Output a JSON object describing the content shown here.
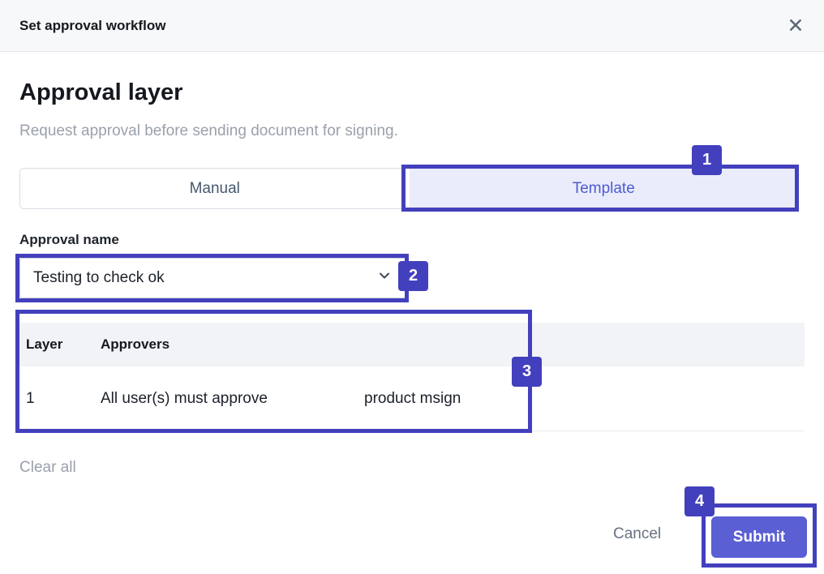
{
  "modal": {
    "title": "Set approval workflow",
    "close_glyph": "✕"
  },
  "content": {
    "heading": "Approval layer",
    "subheading": "Request approval before sending document for signing.",
    "tabs": [
      {
        "label": "Manual",
        "active": false
      },
      {
        "label": "Template",
        "active": true
      }
    ],
    "approval_name": {
      "label": "Approval name",
      "value": "Testing to check ok"
    },
    "table": {
      "headers": [
        "Layer",
        "Approvers"
      ],
      "rows": [
        {
          "layer": "1",
          "rule": "All user(s) must approve",
          "approvers": "product msign"
        }
      ]
    },
    "clear_all": "Clear all"
  },
  "footer": {
    "cancel_label": "Cancel",
    "submit_label": "Submit"
  },
  "annotations": {
    "steps": [
      {
        "number": "1",
        "target": "tab-template"
      },
      {
        "number": "2",
        "target": "approval-name-select"
      },
      {
        "number": "3",
        "target": "approvers-table"
      },
      {
        "number": "4",
        "target": "submit-button"
      }
    ]
  },
  "colors": {
    "annotation": "#4340bd",
    "accent": "#5a5fd4",
    "tab_active_bg": "#eaecfb",
    "tab_active_text": "#4d5bd0",
    "tab_inactive_text": "#46586d",
    "header_bg": "#f7f8fa"
  }
}
